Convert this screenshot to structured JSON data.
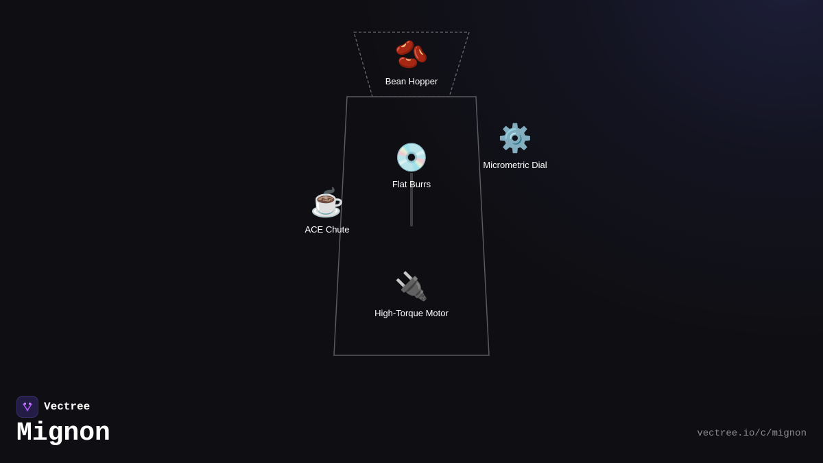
{
  "components": {
    "hopper": {
      "icon": "kidney-beans-icon",
      "glyph": "🫘",
      "label": "Bean Hopper"
    },
    "burrs": {
      "icon": "disc-icon",
      "glyph": "💿",
      "label": "Flat Burrs"
    },
    "dial": {
      "icon": "gear-icon",
      "glyph": "⚙️",
      "label": "Micrometric Dial"
    },
    "chute": {
      "icon": "hot-beverage-icon",
      "glyph": "☕",
      "label": "ACE Chute"
    },
    "motor": {
      "icon": "electric-plug-icon",
      "glyph": "🔌",
      "label": "High-Torque Motor"
    }
  },
  "footer": {
    "brand": "Vectree",
    "product": "Mignon",
    "url": "vectree.io/c/mignon"
  },
  "colors": {
    "background": "#0f0f13",
    "outline": "#5a5a60",
    "label": "#ffffff",
    "accent": "#a855f7"
  }
}
